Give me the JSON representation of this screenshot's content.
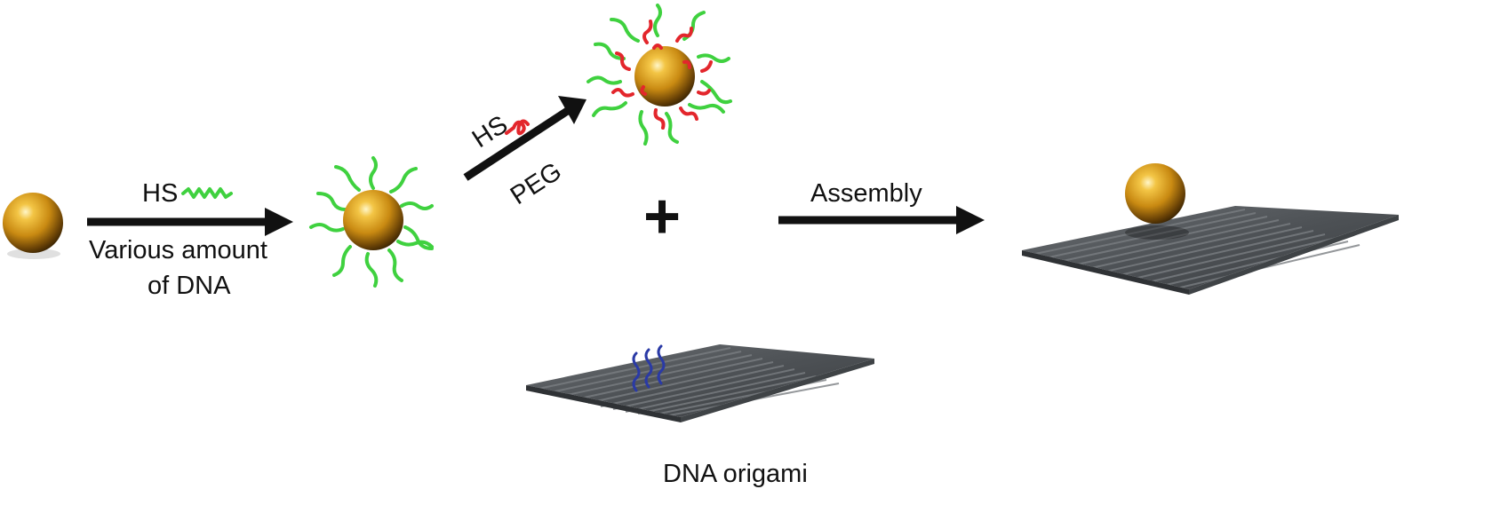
{
  "step1": {
    "reagent": "HS",
    "caption_line1": "Various amount",
    "caption_line2": "of DNA"
  },
  "step2": {
    "reagent": "HS",
    "caption": "PEG"
  },
  "plus_sign": "+",
  "step3": {
    "caption": "Assembly"
  },
  "origami": {
    "caption": "DNA origami"
  },
  "colors": {
    "gold": "#d9a01c",
    "dna_strand": "#3fd13f",
    "peg_strand": "#e3262c",
    "capture_strand": "#2a3aa6",
    "origami_tube": "#55595d",
    "arrow": "#111111"
  }
}
